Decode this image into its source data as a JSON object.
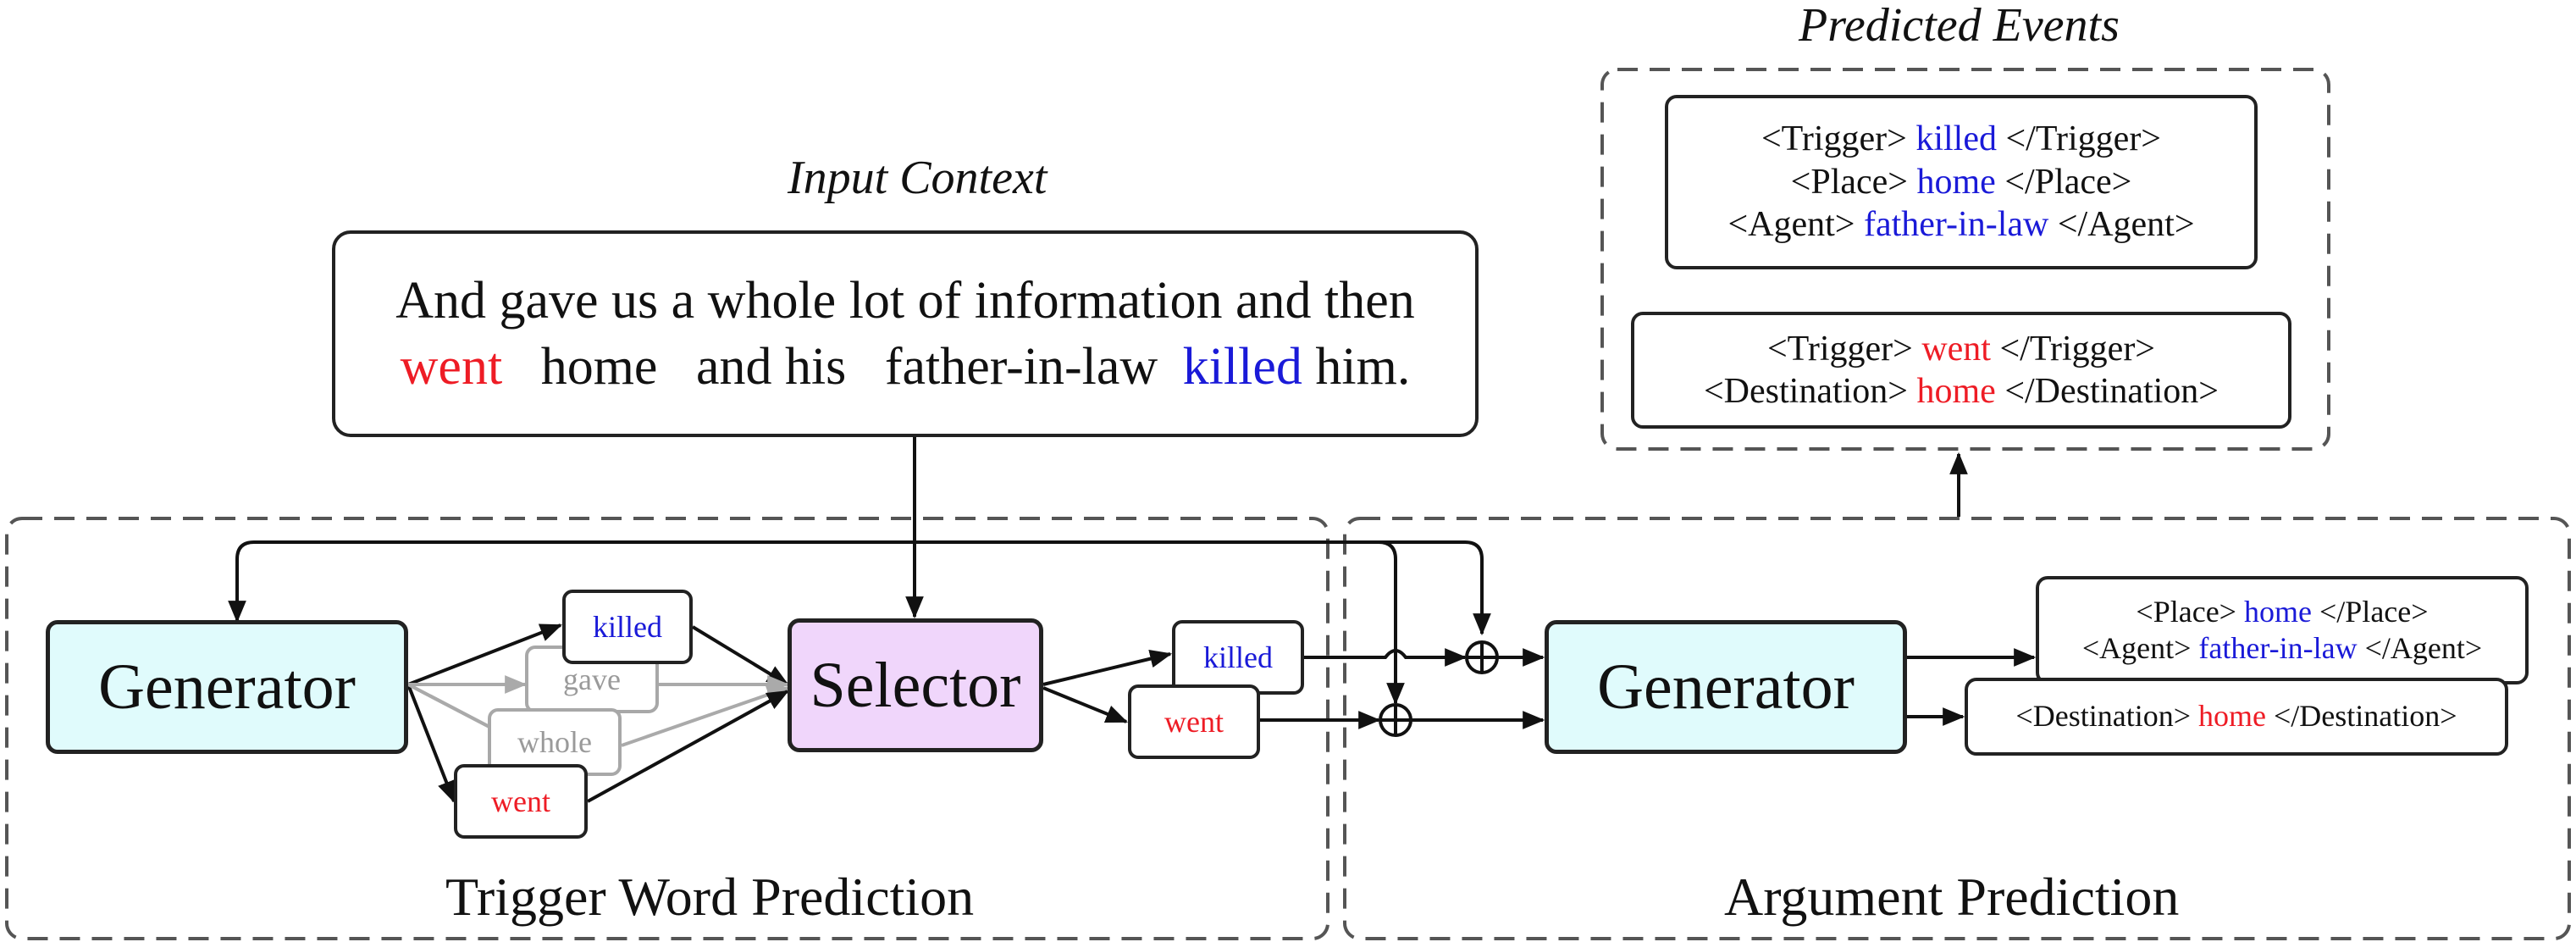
{
  "colors": {
    "trigger_killed": "#1a1ad8",
    "trigger_went": "#ee1c25",
    "generator_fill": "#e0fbfc",
    "selector_fill": "#f0d6fb",
    "ghost": "#a0a0a0"
  },
  "input_context": {
    "caption": "Input Context",
    "line1": "And gave us a whole lot of information and then",
    "line2": {
      "w1": "went",
      "w2": "home",
      "w3": "and his",
      "w4": "father-in-law",
      "w5": "killed",
      "w6": "him."
    }
  },
  "trigger_section": {
    "label": "Trigger Word Prediction",
    "generator": "Generator",
    "selector": "Selector",
    "candidates": {
      "killed": "killed",
      "gave": "gave",
      "whole": "whole",
      "went": "went"
    },
    "selected": {
      "killed": "killed",
      "went": "went"
    }
  },
  "argument_section": {
    "label": "Argument Prediction",
    "generator": "Generator",
    "output_killed": {
      "line1": {
        "open": "<Place>",
        "val": "home",
        "close": "</Place>"
      },
      "line2": {
        "open": "<Agent>",
        "val": "father-in-law",
        "close": "</Agent>"
      }
    },
    "output_went": {
      "line1": {
        "open": "<Destination>",
        "val": "home",
        "close": "</Destination>"
      }
    }
  },
  "predicted_events": {
    "caption": "Predicted Events",
    "event1": {
      "line1": {
        "open": "<Trigger>",
        "val": "killed",
        "close": "</Trigger>"
      },
      "line2": {
        "open": "<Place>",
        "val": "home",
        "close": "</Place>"
      },
      "line3": {
        "open": "<Agent>",
        "val": "father-in-law",
        "close": "</Agent>"
      }
    },
    "event2": {
      "line1": {
        "open": "<Trigger>",
        "val": "went",
        "close": "</Trigger>"
      },
      "line2": {
        "open": "<Destination>",
        "val": "home",
        "close": "</Destination>"
      }
    }
  }
}
